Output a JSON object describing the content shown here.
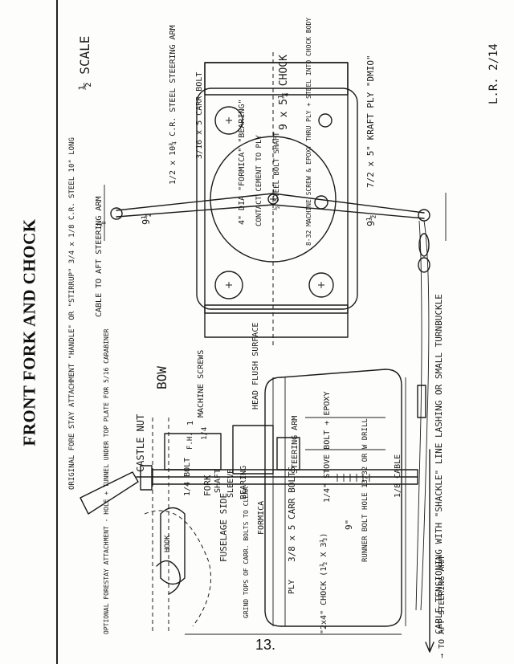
{
  "title": "FRONT FORK AND CHOCK",
  "page_number": "13.",
  "scale_note": "½ SCALE",
  "author_date": "L.R. 2/14",
  "chock_view": {
    "chock_size": "9 x 5¼ CHOCK",
    "plate_dia": "4\" DIA \"FORMICA\" \"BEARING\"",
    "contact_cement": "CONTACT CEMENT TO PLY",
    "shaft": "½ STEEL BOLT SHAFT",
    "steering_arm": "1/2 x 10¾ C.R. STEEL STEERING ARM",
    "carr_bolt": "3/16 x 5 CARR BOLT",
    "machine_screw": "8-32 MACHINE SCREW & EPOXY THRU PLY + STEEL INTO CHOCK BODY",
    "kraft_ply": "7/2 x 5\" KRAFT PLY \"DMIO\"",
    "dim_left": "9½",
    "dim_right": "9½",
    "dim_offset": "⅜",
    "cable_note": "CABLE TO AFT STEERING ARM",
    "tension_note": "CABLE TENSIONING WITH \"SHACKLE\" LINE LASHING OR SMALL TURNBUCKLE"
  },
  "side_view": {
    "orig_forestay": "ORIGINAL FORE STAY ATTACHMENT \"HANDLE\" OR \"STIRRUP\" 3/4 x 1/8 C.R. STEEL 10\" LONG",
    "bow": "BOW",
    "machine_screws": "MACHINE SCREWS",
    "head_flush": "HEAD FLUSH SURFACE",
    "castle_nut": "CASTLE NUT",
    "fork": "FORK",
    "shaft": "SHAFT",
    "sleeve": "SLEEVE",
    "bearing": "BEARING",
    "steering_arm": "STEERING ARM",
    "quarter_bolt": "1/4 BOLT",
    "stove_bolt": "1/4\" STOVE BOLT + EPOXY",
    "runner_bolt": "RUNNER BOLT HOLE 13/32 OR W DRILL",
    "dim_nine": "9\"",
    "formica": "FORMICA",
    "carr_bolts": "3/8 x 5 CARR BOLTS",
    "cable_eighth": "1/8 CABLE",
    "fuselage": "FUSELAGE SIDE",
    "grind_note": "GRIND TOPS OF CARR. BOLTS TO CLEAR",
    "ply": "PLY",
    "chock_2x4": "\"2x4\" CHOCK (1½ X 3½)",
    "optional_forestay": "OPTIONAL FORESTAY ATTACHMENT - HOLE + TUNNEL UNDER TOP PLATE FOR 5/16 CARABINER",
    "hook": "HOOK",
    "dim_one": "1",
    "dim_fh": "F.H.",
    "dim_quarter": "1/4",
    "to_aft": "→ TO AFT STEERING ARM"
  }
}
